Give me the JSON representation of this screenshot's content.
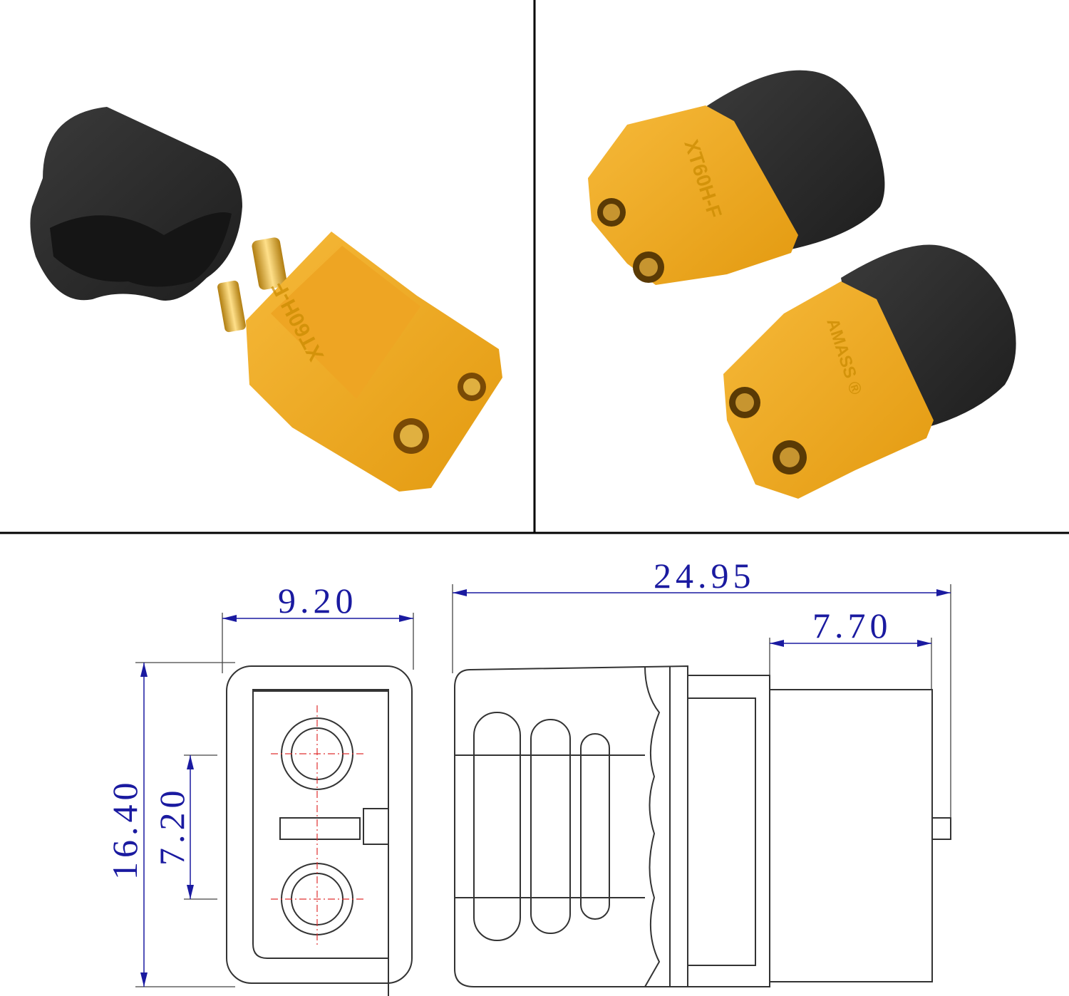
{
  "photos": {
    "left_panel": {
      "embossed_text": "XT60H-F"
    },
    "right_panel": {
      "embossed_text_top": "XT60H-F",
      "embossed_text_bottom": "AMASS ®"
    }
  },
  "drawing": {
    "dim_front_width": "9.20",
    "dim_front_height": "16.40",
    "dim_pin_spacing": "7.20",
    "dim_total_length": "24.95",
    "dim_mating_length": "7.70"
  },
  "colors": {
    "housing": "#f2aa1c",
    "cap": "#2c2c2c",
    "pin": "#d9a520",
    "dimension": "#1a1aa0",
    "centerline": "#e03030"
  }
}
